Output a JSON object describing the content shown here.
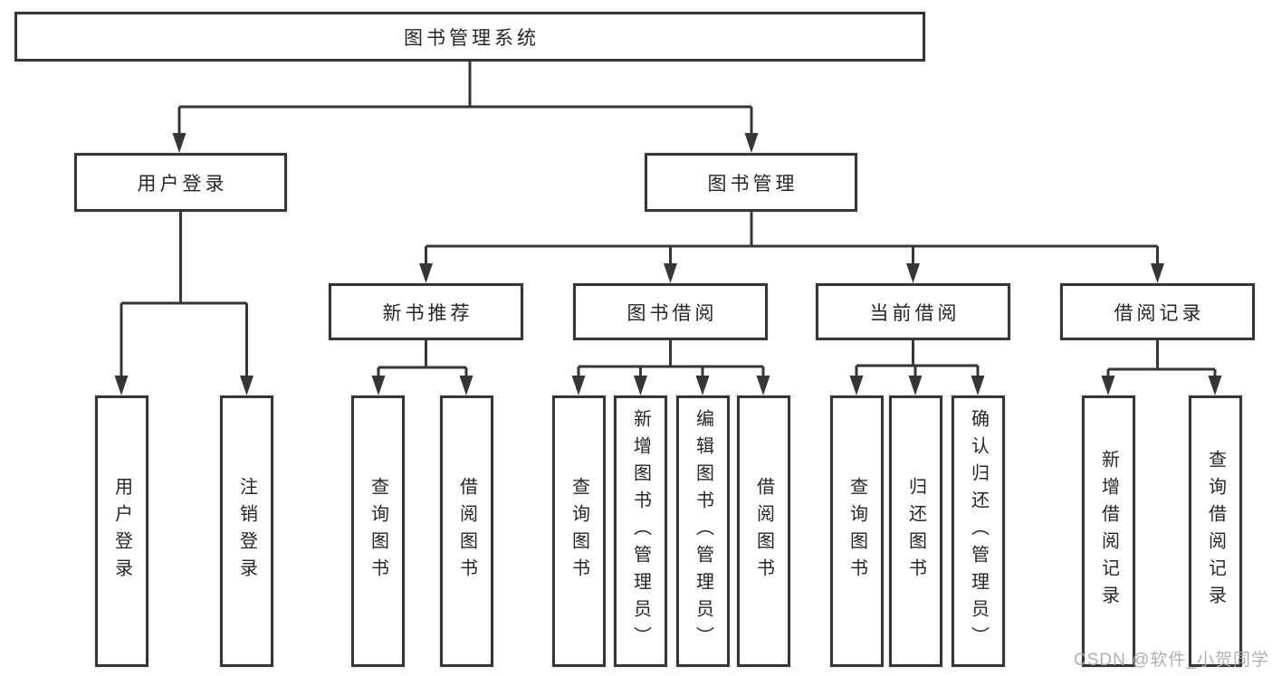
{
  "diagram": {
    "name": "library-management-system-functional-structure",
    "line_color": "#363636",
    "box_background": "#ffffff",
    "text_color": "#262626",
    "tree": {
      "root": {
        "label": "图书管理系统"
      },
      "branches": [
        {
          "label": "用户登录",
          "children": [
            {
              "label": "用户登录"
            },
            {
              "label": "注销登录"
            }
          ]
        },
        {
          "label": "图书管理",
          "children": [
            {
              "label": "新书推荐",
              "children": [
                {
                  "label": "查询图书"
                },
                {
                  "label": "借阅图书"
                }
              ]
            },
            {
              "label": "图书借阅",
              "children": [
                {
                  "label": "查询图书"
                },
                {
                  "label": "新增图书（管理员）"
                },
                {
                  "label": "编辑图书（管理员）"
                },
                {
                  "label": "借阅图书"
                }
              ]
            },
            {
              "label": "当前借阅",
              "children": [
                {
                  "label": "查询图书"
                },
                {
                  "label": "归还图书"
                },
                {
                  "label": "确认归还（管理员）"
                }
              ]
            },
            {
              "label": "借阅记录",
              "children": [
                {
                  "label": "新增借阅记录"
                },
                {
                  "label": "查询借阅记录"
                }
              ]
            }
          ]
        }
      ]
    }
  },
  "watermark": {
    "text": "CSDN @软件_小贺同学"
  }
}
